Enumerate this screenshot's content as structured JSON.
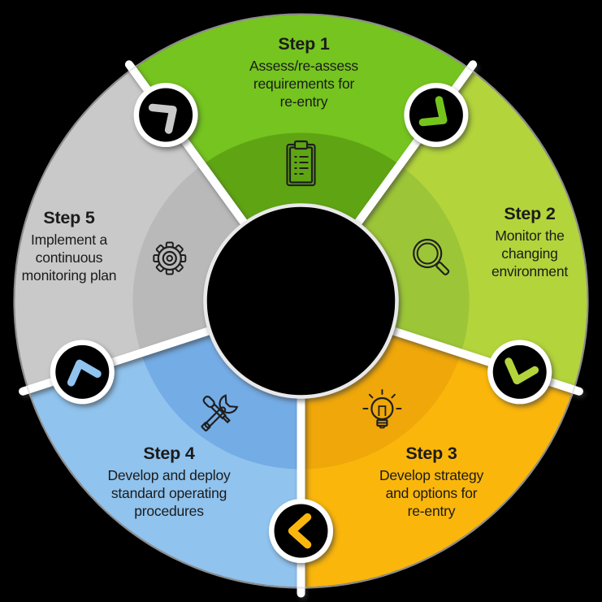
{
  "diagram": {
    "type": "circular-process-cycle",
    "steps": [
      {
        "title": "Step 1",
        "lines": [
          "Assess/re-assess",
          "requirements for",
          "re-entry"
        ],
        "color": "#75C41F",
        "inner_color": "#5FA513",
        "icon": "clipboard-icon"
      },
      {
        "title": "Step 2",
        "lines": [
          "Monitor the",
          "changing",
          "environment"
        ],
        "color": "#B3D43B",
        "inner_color": "#9CC637",
        "icon": "magnifier-icon"
      },
      {
        "title": "Step 3",
        "lines": [
          "Develop strategy",
          "and options for",
          "re-entry"
        ],
        "color": "#FAB60B",
        "inner_color": "#EFA709",
        "icon": "lightbulb-icon"
      },
      {
        "title": "Step 4",
        "lines": [
          "Develop and deploy",
          "standard operating",
          "procedures"
        ],
        "color": "#90C3EE",
        "inner_color": "#74ACE6",
        "icon": "tools-icon"
      },
      {
        "title": "Step 5",
        "lines": [
          "Implement a",
          "continuous",
          "monitoring plan"
        ],
        "color": "#C9C9C9",
        "inner_color": "#B9B9B9",
        "icon": "gear-icon"
      }
    ],
    "connectors": [
      {
        "from": "Step 5",
        "to": "Step 1",
        "color": "#C9C9C9",
        "icon": "chevron-icon"
      },
      {
        "from": "Step 1",
        "to": "Step 2",
        "color": "#75C41F",
        "icon": "chevron-icon"
      },
      {
        "from": "Step 2",
        "to": "Step 3",
        "color": "#B3D43B",
        "icon": "chevron-icon"
      },
      {
        "from": "Step 3",
        "to": "Step 4",
        "color": "#FAB60B",
        "icon": "chevron-icon"
      },
      {
        "from": "Step 4",
        "to": "Step 5",
        "color": "#90C3EE",
        "icon": "chevron-icon"
      }
    ],
    "colors": {
      "background": "#000000",
      "divider": "#FFFFFF",
      "connector_circle": "#000000",
      "hole_rim": "#E9E9E9",
      "text": "#1B1B1B",
      "icon_stroke": "#1F1F1F"
    }
  }
}
